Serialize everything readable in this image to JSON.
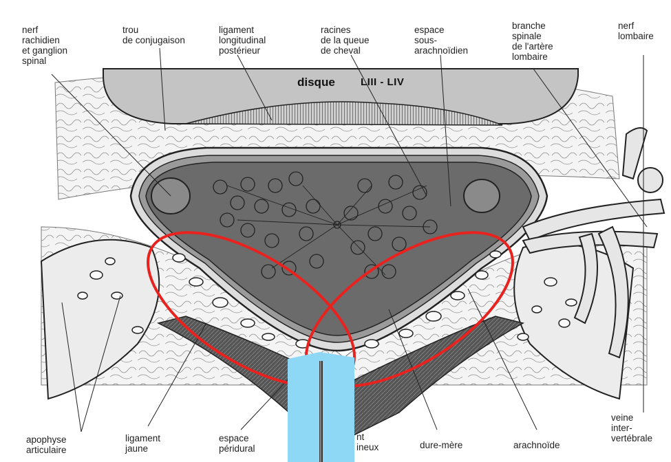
{
  "labels": {
    "nerf_rachidien": [
      "nerf",
      "rachidien",
      "et ganglion",
      "spinal"
    ],
    "trou": [
      "trou",
      "de conjugaison"
    ],
    "ligament_longitudinal": [
      "ligament",
      "longitudinal",
      "postérieur"
    ],
    "racines": [
      "racines",
      "de la queue",
      "de cheval"
    ],
    "espace_sous": [
      "espace",
      "sous-",
      "arachnoïdien"
    ],
    "branche": [
      "branche",
      "spinale",
      "de l'artère",
      "lombaire"
    ],
    "nerf_lombaire": [
      "nerf",
      "lombaire"
    ],
    "disque": "disque",
    "level": "LIII - LIV",
    "apophyse": [
      "apophyse",
      "articulaire"
    ],
    "ligament_jaune": [
      "ligament",
      "jaune"
    ],
    "espace_peridural": [
      "espace",
      "péridural"
    ],
    "ligament_partial": [
      "nt",
      "ineux"
    ],
    "dure_mere": "dure-mère",
    "arachnoide": "arachnoïde",
    "veine": [
      "veine",
      "inter-",
      "vertébrale"
    ]
  },
  "colors": {
    "annotation_ellipse": "#e8231f",
    "needle_overlay": "#8fd8f5",
    "dural_sac": "#6b6b6b",
    "disc": "#bdbdbd"
  },
  "icons": {
    "needle": "spinal-needle-icon"
  }
}
